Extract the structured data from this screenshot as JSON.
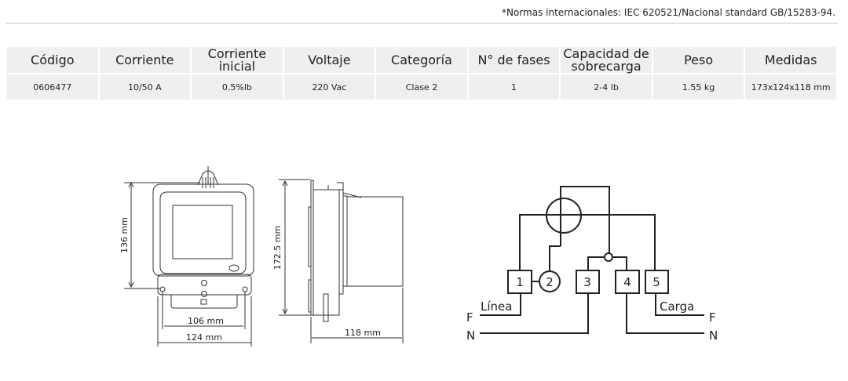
{
  "note": "*Normas internacionales: IEC 620521/Nacional standard GB/15283-94.",
  "table": {
    "headers": [
      "Código",
      "Corriente",
      "Corriente inicial",
      "Voltaje",
      "Categoría",
      "N° de fases",
      "Capacidad de sobrecarga",
      "Peso",
      "Medidas"
    ],
    "row": [
      "0606477",
      "10/50 A",
      "0.5%lb",
      "220 Vac",
      "Clase 2",
      "1",
      "2-4 lb",
      "1.55 kg",
      "173x124x118 mm"
    ]
  },
  "dimensions": {
    "height_front": "136 mm",
    "inner_width": "106 mm",
    "outer_width": "124 mm",
    "height_side": "172.5 mm",
    "depth": "118 mm"
  },
  "wiring": {
    "terminals": [
      "1",
      "2",
      "3",
      "4",
      "5"
    ],
    "line_label": "Línea",
    "load_label": "Carga",
    "phase": "F",
    "neutral": "N"
  }
}
